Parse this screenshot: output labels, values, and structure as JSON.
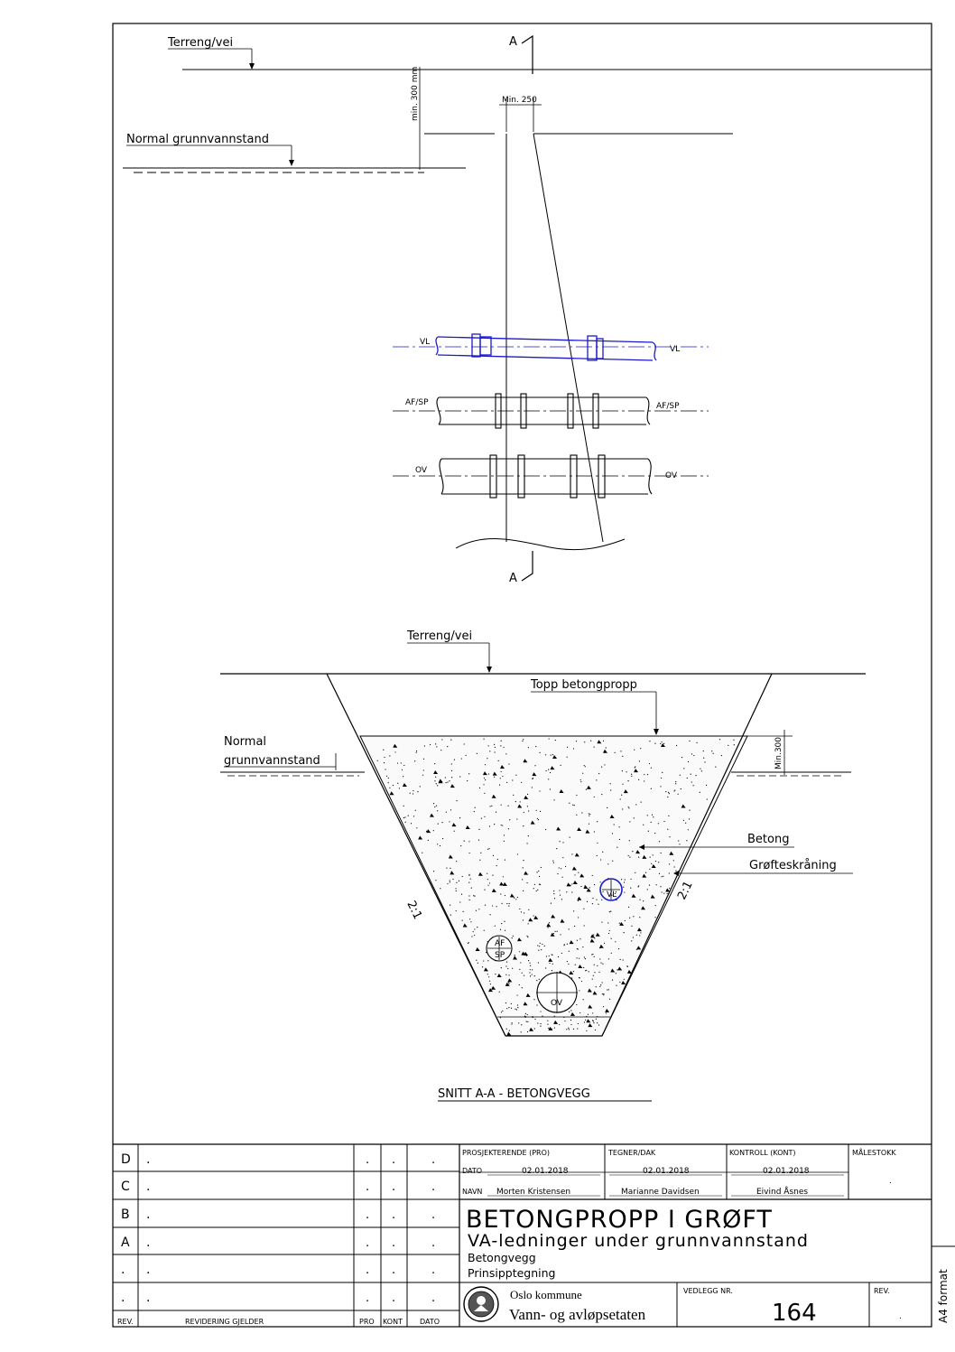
{
  "plan_view": {
    "terreng_label": "Terreng/vei",
    "depth_dim": "min. 300 mm",
    "width_dim": "Min. 250",
    "grunnvann_label": "Normal grunnvannstand",
    "section_marker": "A",
    "pipes": [
      {
        "code": "VL",
        "color": "#1a1acc"
      },
      {
        "code": "AF/SP",
        "color": "#000000"
      },
      {
        "code": "OV",
        "color": "#000000"
      }
    ]
  },
  "section_view": {
    "terreng_label": "Terreng/vei",
    "topp_label": "Topp betongpropp",
    "grunnvann_line1": "Normal",
    "grunnvann_line2": "grunnvannstand",
    "min_dim": "Min.300",
    "betong_label": "Betong",
    "grofte_label": "Grøfteskråning",
    "slope_left": "2:1",
    "slope_right": "2:1",
    "pipe_vl": "VL",
    "pipe_af": "AF",
    "pipe_sp": "SP",
    "pipe_ov": "OV",
    "title": "SNITT A-A - BETONGVEGG"
  },
  "title_block": {
    "revisions": [
      {
        "rev": "D",
        "text": "."
      },
      {
        "rev": "C",
        "text": "."
      },
      {
        "rev": "B",
        "text": "."
      },
      {
        "rev": "A",
        "text": "."
      },
      {
        "rev": ".",
        "text": "."
      },
      {
        "rev": ".",
        "text": "."
      }
    ],
    "rev_cell_dot": ".",
    "col_rev": "REV.",
    "col_revidering": "REVIDERING GJELDER",
    "col_pro": "PRO",
    "col_kont": "KONT",
    "col_dato": "DATO",
    "prosjekterende_label": "PROSJEKTERENDE (PRO)",
    "tegner_label": "TEGNER/DAK",
    "kontroll_label": "KONTROLL (KONT)",
    "malestokk_label": "MÅLESTOKK",
    "malestokk_value": ".",
    "dato_label": "DATO",
    "navn_label": "NAVN",
    "pro_dato": "02.01.2018",
    "pro_navn": "Morten Kristensen",
    "tegner_dato": "02.01.2018",
    "tegner_navn": "Marianne Davidsen",
    "kontroll_dato": "02.01.2018",
    "kontroll_navn": "Eivind Åsnes",
    "title_main": "BETONGPROPP I GRØFT",
    "title_sub": "VA-ledninger under grunnvannstand",
    "title_line3": "Betongvegg",
    "title_line4": "Prinsipptegning",
    "org_line1": "Oslo kommune",
    "org_line2": "Vann- og avløpsetaten",
    "vedlegg_label": "VEDLEGG NR.",
    "vedlegg_value": "164",
    "rev_label": "REV.",
    "rev_value": ".",
    "format_label": "A4 format"
  }
}
